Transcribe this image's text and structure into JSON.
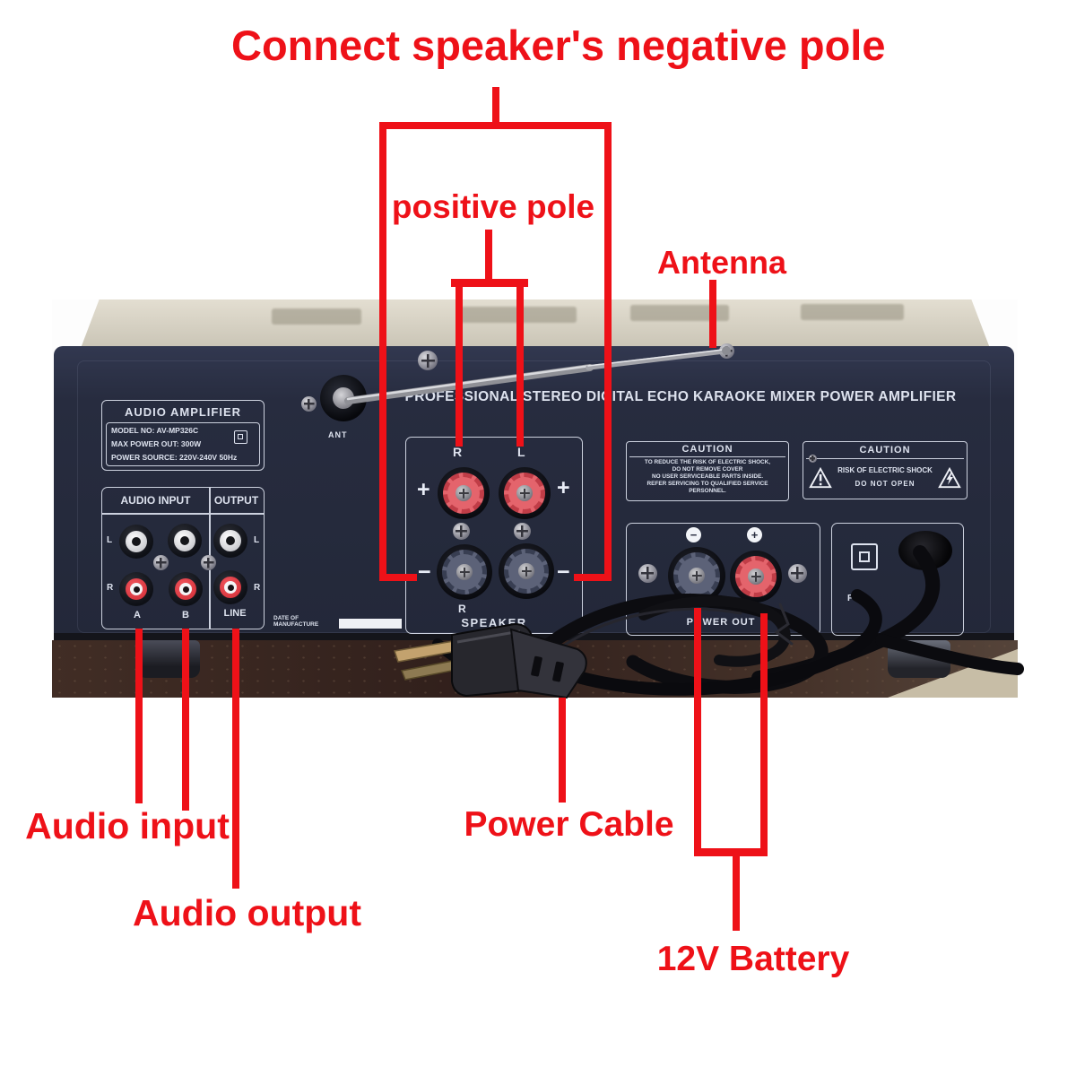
{
  "colors": {
    "annotation_red": "#ee1118",
    "panel_navy": "#272c3f",
    "panel_text": "#dde2ee",
    "amp_top_gray": "#d8d3c6",
    "table_brown": "#33221d",
    "floor_beige": "#c7bda6",
    "post_red": "#e4646c",
    "post_gray": "#5c6278"
  },
  "annotations": {
    "negative_pole": "Connect speaker's negative pole",
    "positive_pole": "positive pole",
    "antenna": "Antenna",
    "audio_input": "Audio input",
    "audio_output": "Audio output",
    "power_cable": "Power Cable",
    "battery": "12V Battery"
  },
  "panel": {
    "title": "PROFESSIONAL STEREO DIGITAL ECHO KARAOKE MIXER POWER AMPLIFIER",
    "ant_label": "ANT",
    "nameplate": {
      "title": "AUDIO AMPLIFIER",
      "model": "MODEL NO: AV-MP326C",
      "max_power": "MAX POWER OUT: 300W",
      "power_source": "POWER SOURCE: 220V-240V 50Hz"
    },
    "audio_io": {
      "input_header": "AUDIO INPUT",
      "output_header": "OUTPUT",
      "row_labels": [
        "L",
        "R"
      ],
      "col_labels": [
        "A",
        "B",
        "LINE"
      ]
    },
    "date_of_manufacture": {
      "line1": "DATE OF",
      "line2": "MANUFACTURE"
    },
    "speaker_box": {
      "right": "R",
      "left": "L",
      "plus": "+",
      "minus": "−",
      "bottom_r": "R",
      "bottom_label": "SPEAKER"
    },
    "caution_left": {
      "title": "CAUTION",
      "lines": [
        "TO REDUCE THE RISK OF ELECTRIC SHOCK,",
        "DO NOT REMOVE COVER",
        "NO USER SERVICEABLE PARTS INSIDE.",
        "REFER SERVICING TO QUALIFIED SERVICE",
        "PERSONNEL."
      ]
    },
    "caution_right": {
      "title": "CAUTION",
      "line1": "RISK OF ELECTRIC SHOCK",
      "line2": "DO NOT OPEN"
    },
    "power_out": {
      "minus": "−",
      "plus": "+",
      "label": "POWER OUT"
    },
    "pc_label": "PC"
  }
}
